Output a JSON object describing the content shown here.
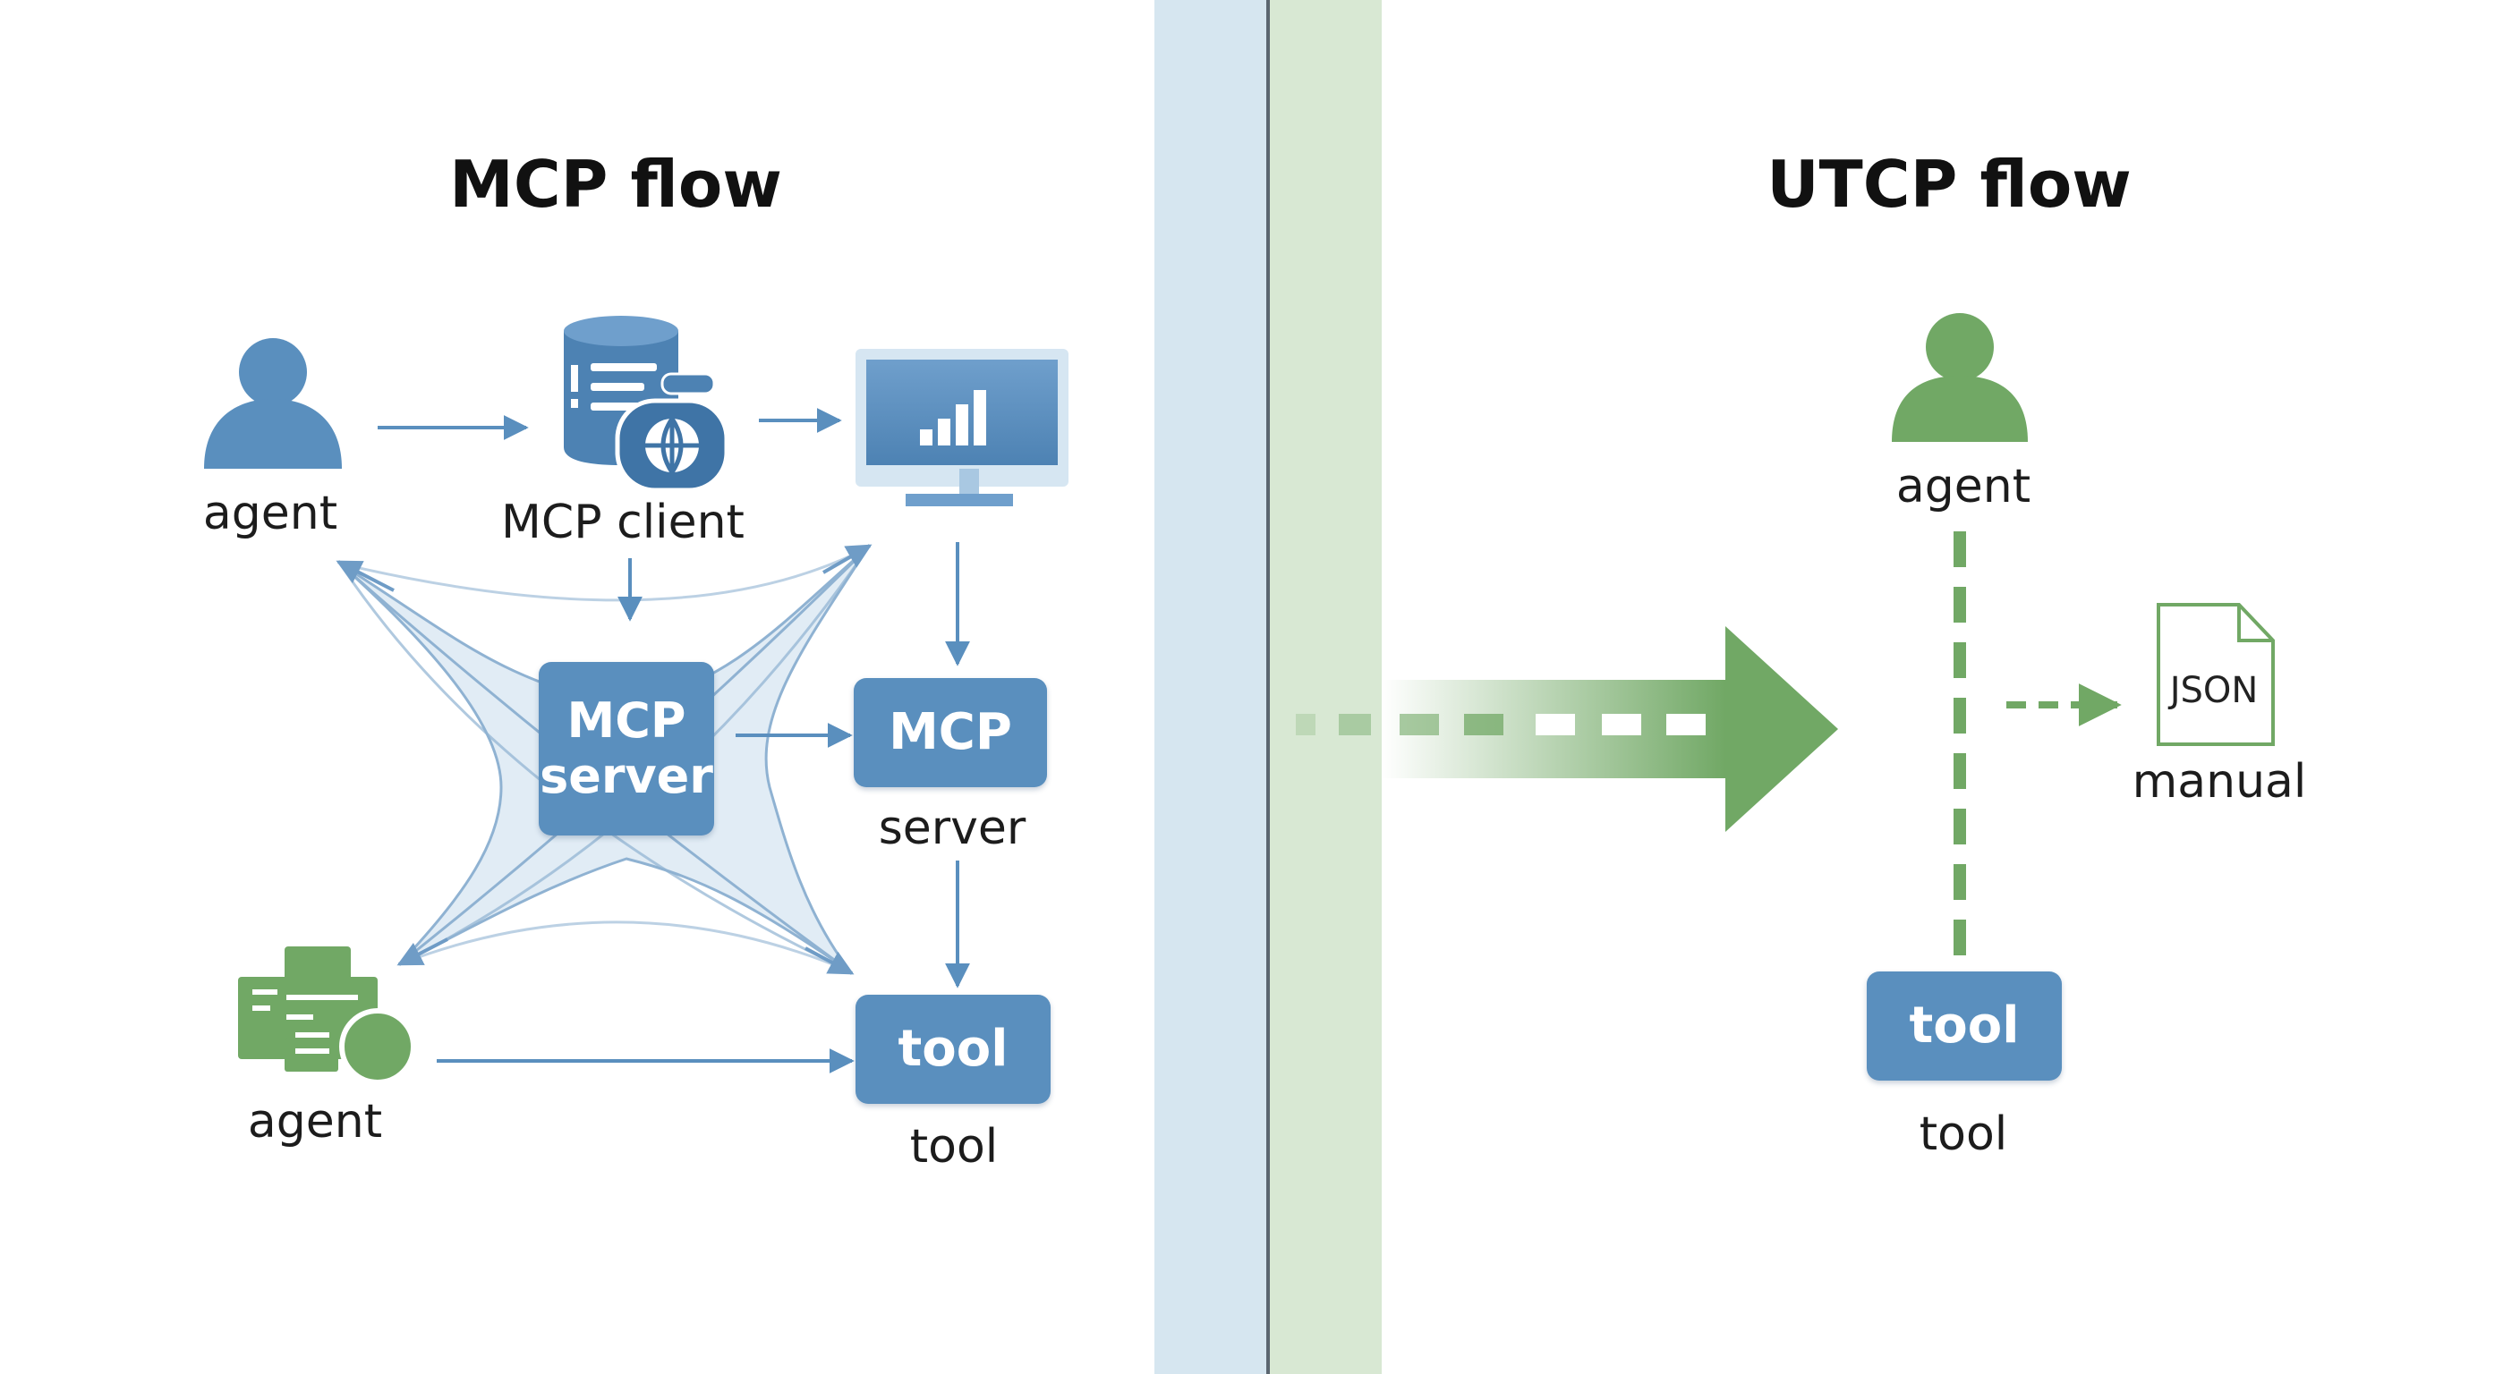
{
  "mcp": {
    "title": "MCP flow",
    "agent_top_label": "agent",
    "client_label": "MCP client",
    "server_box_line1": "MCP",
    "server_box_line2": "server",
    "right_server_box": "MCP",
    "right_server_label": "server",
    "agent_bottom_label": "agent",
    "tool_box": "tool",
    "tool_label": "tool"
  },
  "utcp": {
    "title": "UTCP flow",
    "agent_label": "agent",
    "json_doc": "JSON",
    "manual_label": "manual",
    "tool_box": "tool",
    "tool_label": "tool"
  },
  "colors": {
    "blue": "#5a8fbe",
    "green": "#71a865",
    "divider_blue": "#d6e6f0",
    "divider_green": "#d8e8d3",
    "mesh": "#c9dcec"
  },
  "icons": {
    "agent_top": "person-icon",
    "client": "database-globe-icon",
    "monitor": "monitor-chart-icon",
    "agent_bottom": "green-agent-icon",
    "utcp_agent": "person-icon",
    "json": "document-icon",
    "transition": "arrow-right-icon"
  }
}
